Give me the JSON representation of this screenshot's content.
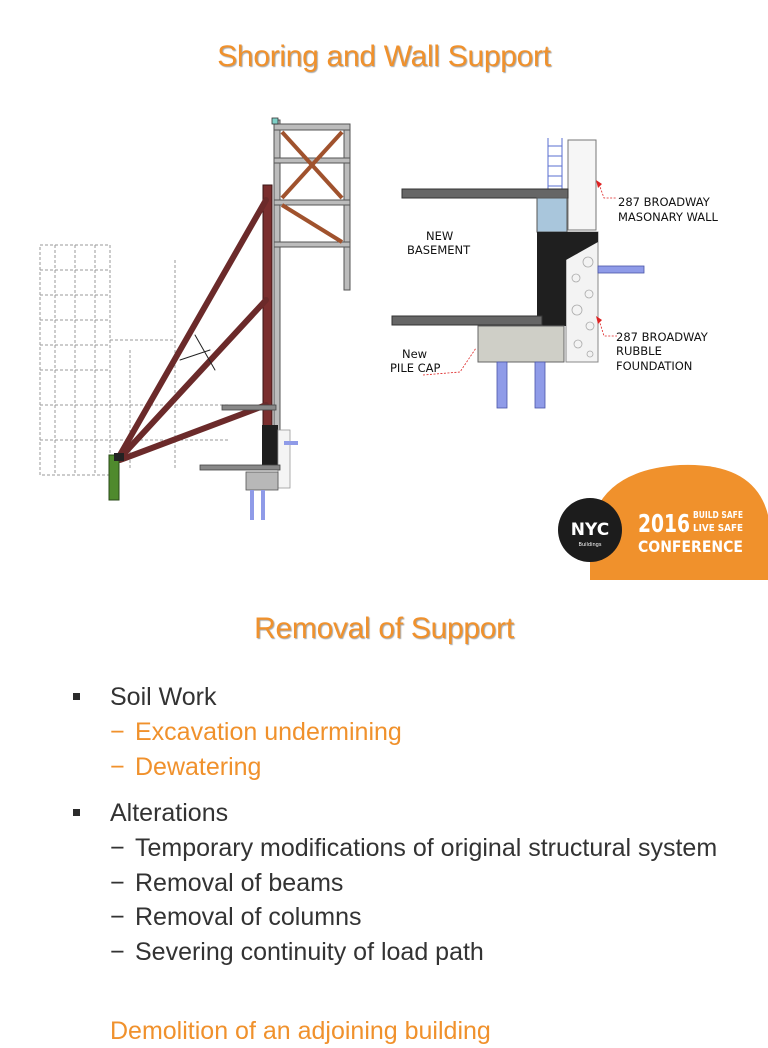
{
  "slide1": {
    "title": "Shoring and Wall Support",
    "labels": {
      "masonry_wall_line1": "287 BROADWAY",
      "masonry_wall_line2": "MASONARY WALL",
      "new_basement_line1": "NEW",
      "new_basement_line2": "BASEMENT",
      "rubble_line1": "287 BROADWAY",
      "rubble_line2": "RUBBLE",
      "rubble_line3": "FOUNDATION",
      "pile_cap_line1": "New",
      "pile_cap_line2": "PILE CAP"
    },
    "badge": {
      "nyc": "NYC",
      "nyc_sub": "Buildings",
      "year": "2016",
      "tag_line1": "BUILD SAFE",
      "tag_line2": "LIVE SAFE",
      "conference": "CONFERENCE"
    }
  },
  "slide2": {
    "title": "Removal of Support",
    "bullets": [
      {
        "label": "Soil Work",
        "style": "accent",
        "subs": [
          "Excavation undermining",
          "Dewatering"
        ]
      },
      {
        "label": "Alterations",
        "style": "plain",
        "subs": [
          "Temporary modifications of original structural system",
          "Removal of beams",
          "Removal of columns",
          "Severing continuity of load path"
        ]
      }
    ],
    "cut_off_line": "Demolition of an adjoining building"
  },
  "colors": {
    "title_orange": "#f0912c",
    "brace_maroon": "#6b2a2a",
    "pile_blue": "#8f9be8",
    "text_gray": "#333333"
  }
}
